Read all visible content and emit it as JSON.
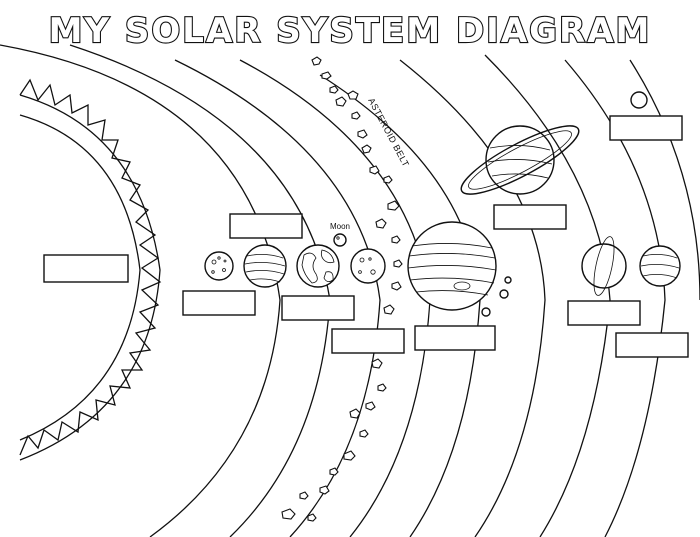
{
  "title": "MY SOLAR SYSTEM DIAGRAM",
  "annotations": {
    "moon": "Moon",
    "asteroid_belt": "ASTEROID BELT"
  },
  "bodies": [
    {
      "name": "sun"
    },
    {
      "name": "mercury"
    },
    {
      "name": "venus"
    },
    {
      "name": "earth"
    },
    {
      "name": "moon"
    },
    {
      "name": "mars"
    },
    {
      "name": "jupiter"
    },
    {
      "name": "saturn"
    },
    {
      "name": "uranus"
    },
    {
      "name": "neptune"
    },
    {
      "name": "pluto"
    }
  ],
  "label_boxes_blank": true
}
